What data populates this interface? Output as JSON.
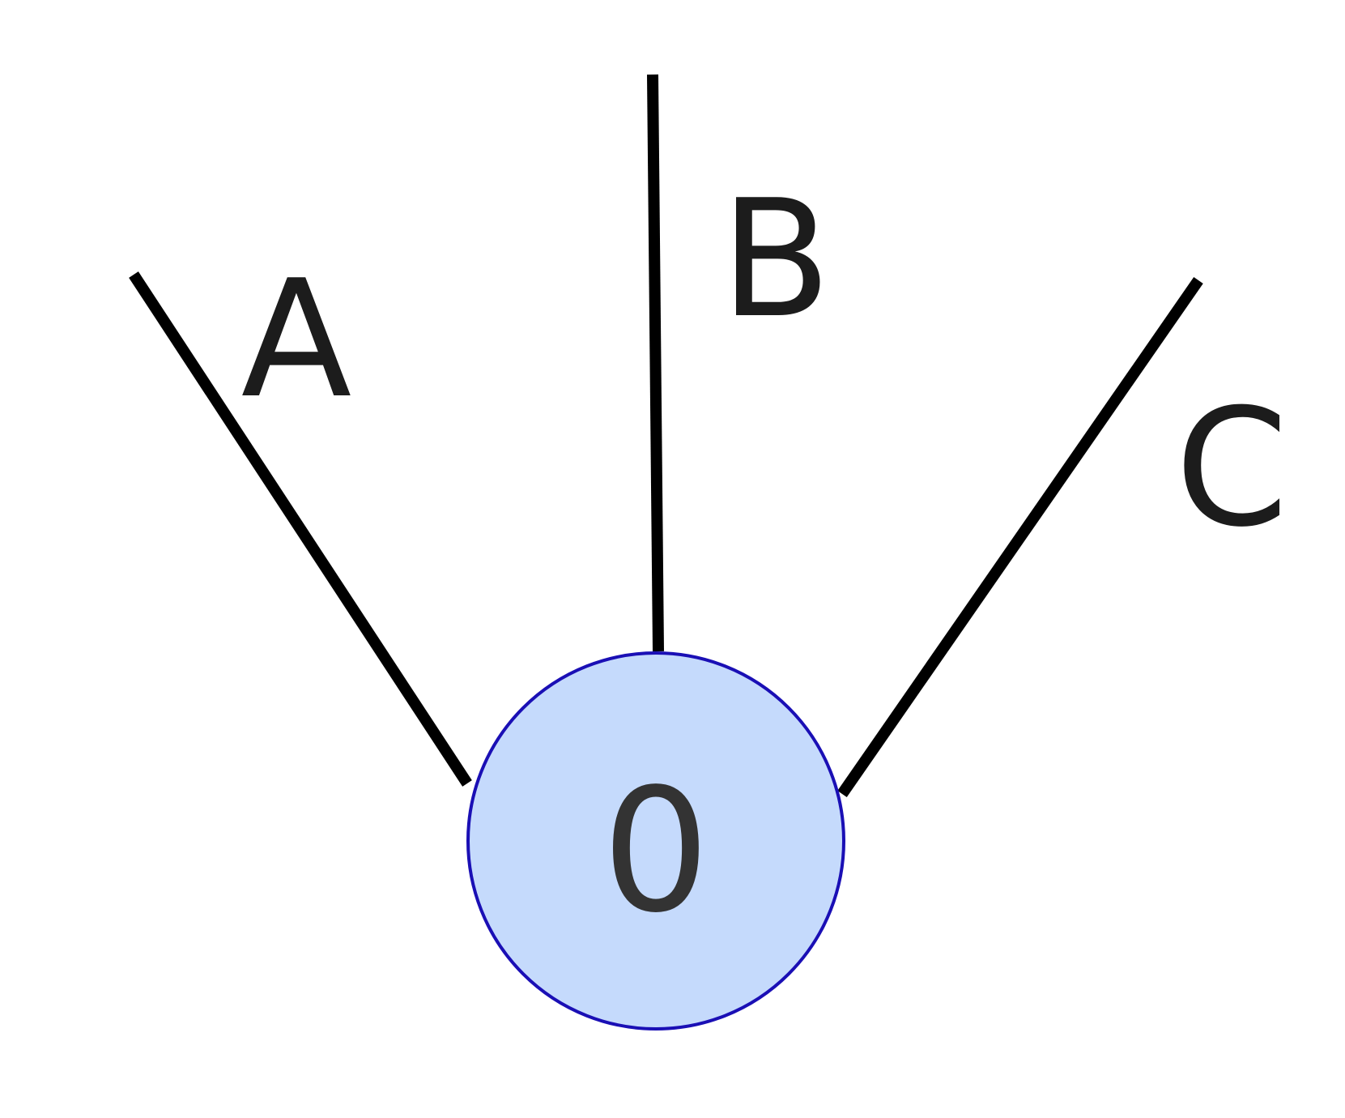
{
  "diagram": {
    "center_node": {
      "label": "0",
      "fill_color": "#c5dafc",
      "stroke_color": "#1a0fb5"
    },
    "rays": [
      {
        "label": "A"
      },
      {
        "label": "B"
      },
      {
        "label": "C"
      }
    ],
    "ray_color": "#000000",
    "label_color": "#1c1c1c"
  }
}
